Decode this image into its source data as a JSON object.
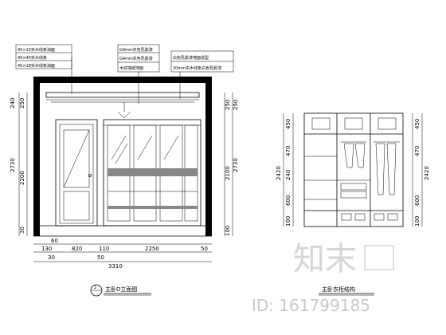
{
  "left_view": {
    "title": "主卧D立面图",
    "index": "2",
    "notes": [
      "45×15实木线条油面",
      "45×45实木线条",
      "45×18实木线条油面",
      "G4mm灰色乳胶漆",
      "G4mm灰色乳胶漆",
      "木纹墙纸饰面",
      "白色乳胶漆墙面造型",
      "20mm实木线条白色乳胶漆"
    ],
    "dims_left": [
      "240",
      "250",
      "2200",
      "2730",
      "30"
    ],
    "dims_right": [
      "250",
      "250",
      "2100",
      "2730",
      "100"
    ],
    "dims_bottom_top": [
      "60",
      "130",
      "820",
      "110",
      "2250",
      "50"
    ],
    "dims_bottom_mid": [
      "30",
      "50"
    ],
    "dims_total": "3310"
  },
  "right_view": {
    "title": "主卧衣柜结构",
    "dims_left": [
      "450",
      "470",
      "240",
      "2420",
      "600",
      "100"
    ],
    "dims_right": [
      "450",
      "470",
      "2420",
      "600",
      "100"
    ]
  },
  "watermark": {
    "logo_text": "知末",
    "id_text": "ID: 161799185"
  }
}
